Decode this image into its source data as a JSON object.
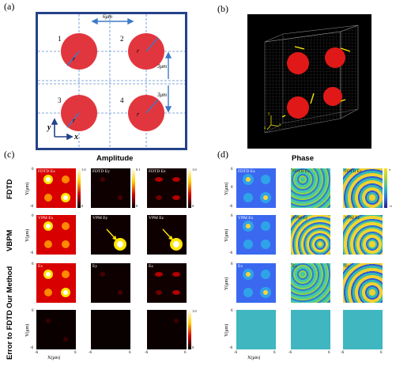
{
  "panels": {
    "a": "(a)",
    "b": "(b)",
    "c": "(c)",
    "d": "(d)"
  },
  "diagram_a": {
    "circle_numbers": [
      "1",
      "2",
      "3",
      "4"
    ],
    "radius_label": "r",
    "spacing_h": "6μm",
    "spacing_v": [
      "3μm",
      "3μm"
    ],
    "axis_y": "y",
    "axis_x": "x",
    "box_color": "#24428a",
    "circle_color": "#e2363e",
    "arrow_color": "#3d7ac6"
  },
  "diagram_b": {
    "axes": [
      "x",
      "y",
      "z"
    ]
  },
  "sections": {
    "amplitude": "Amplitude",
    "phase": "Phase"
  },
  "rows": [
    "FDTD",
    "VBPM",
    "Our Method",
    "Error to FDTD"
  ],
  "amplitude_titles": [
    [
      "FDTD Ex",
      "FDTD Ey",
      "FDTD Ez"
    ],
    [
      "VPM Ex",
      "VPM Ey",
      "VPM Ez"
    ],
    [
      "Ex",
      "Ey",
      "Ez"
    ],
    [
      "",
      "",
      ""
    ]
  ],
  "phase_titles": [
    [
      "FDTD Ex",
      "FDTD Ey",
      "FDTD Ez"
    ],
    [
      "VPM Ex",
      "VPM Ey",
      "VPM Ez"
    ],
    [
      "Ex",
      "Ey",
      "Ez"
    ],
    [
      "",
      "",
      ""
    ]
  ],
  "colorbars": {
    "amp_ex_top": "1.0",
    "amp_ey_top": "0.1",
    "amp_ez_top": "1.0",
    "amp_err_top": "1.0",
    "amp_bottom": "0",
    "phase_top": "π",
    "phase_bottom": "-π"
  },
  "axes": {
    "ylabel": "Y(μm)",
    "xlabel": "X(μm)",
    "tick_min": "-6",
    "tick_zero": "0",
    "tick_max": "6"
  }
}
